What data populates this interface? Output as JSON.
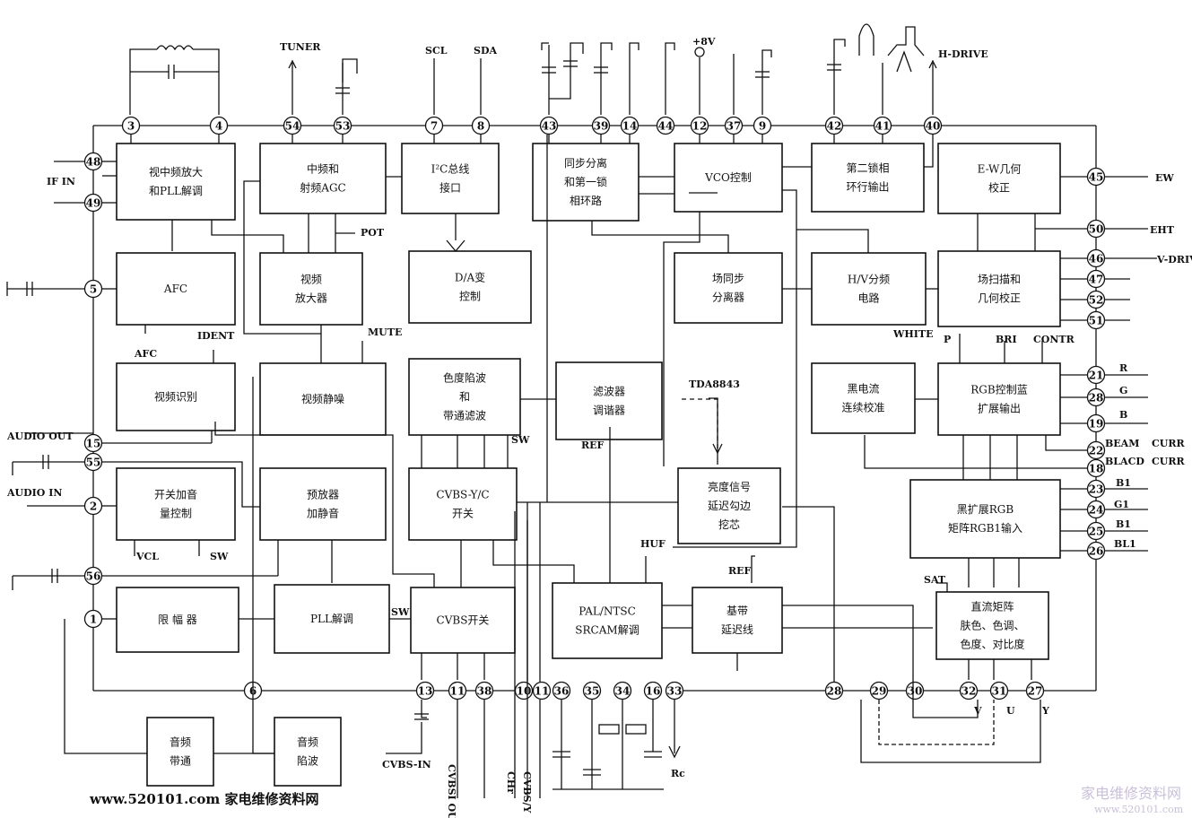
{
  "chip": "TDA8843",
  "blocks": [
    {
      "lines": [
        "视中频放大",
        "和PLL解调"
      ]
    },
    {
      "lines": [
        "中频和",
        "射频AGC"
      ]
    },
    {
      "lines": [
        "I²C总线",
        "接口"
      ]
    },
    {
      "lines": [
        "同步分离",
        "和第一锁",
        "相环路"
      ]
    },
    {
      "lines": [
        "VCO控制"
      ]
    },
    {
      "lines": [
        "第二锁相",
        "环行输出"
      ]
    },
    {
      "lines": [
        "E-W几何",
        "校正"
      ]
    },
    {
      "lines": [
        "AFC"
      ]
    },
    {
      "lines": [
        "视频",
        "放大器"
      ]
    },
    {
      "lines": [
        "D/A变",
        "控制"
      ]
    },
    {
      "lines": [
        "场同步",
        "分离器"
      ]
    },
    {
      "lines": [
        "H/V分频",
        "电路"
      ]
    },
    {
      "lines": [
        "场扫描和",
        "几何校正"
      ]
    },
    {
      "lines": [
        "视频识别"
      ]
    },
    {
      "lines": [
        "视频静噪"
      ]
    },
    {
      "lines": [
        "色度陷波",
        "和",
        "带通滤波"
      ]
    },
    {
      "lines": [
        "滤波器",
        "调谐器"
      ]
    },
    {
      "lines": [
        "黑电流",
        "连续校准"
      ]
    },
    {
      "lines": [
        "RGB控制蓝",
        "扩展输出"
      ]
    },
    {
      "lines": [
        "开关加音",
        "量控制"
      ]
    },
    {
      "lines": [
        "预放器",
        "加静音"
      ]
    },
    {
      "lines": [
        "CVBS-Y/C",
        "开关"
      ]
    },
    {
      "lines": [
        "亮度信号",
        "延迟勾边",
        "挖芯"
      ]
    },
    {
      "lines": [
        "黑扩展RGB",
        "矩阵RGB1输入"
      ]
    },
    {
      "lines": [
        "限 幅 器"
      ]
    },
    {
      "lines": [
        "PLL解调"
      ]
    },
    {
      "lines": [
        "CVBS开关"
      ]
    },
    {
      "lines": [
        "PAL/NTSC",
        "SRCAM解调"
      ]
    },
    {
      "lines": [
        "基带",
        "延迟线"
      ]
    },
    {
      "lines": [
        "直流矩阵",
        "肤色、色调、",
        "色度、对比度"
      ]
    },
    {
      "lines": [
        "音频",
        "带通"
      ]
    },
    {
      "lines": [
        "音频",
        "陷波"
      ]
    }
  ],
  "pins": [
    "3",
    "4",
    "54",
    "53",
    "7",
    "8",
    "43",
    "39",
    "14",
    "44",
    "12",
    "37",
    "9",
    "42",
    "41",
    "40",
    "48",
    "49",
    "5",
    "45",
    "50",
    "46",
    "47",
    "52",
    "51",
    "21",
    "28",
    "19",
    "22",
    "18",
    "23",
    "24",
    "25",
    "26",
    "15",
    "55",
    "2",
    "56",
    "1",
    "6",
    "13",
    "11",
    "38",
    "10",
    "11",
    "36",
    "35",
    "34",
    "16",
    "33",
    "28",
    "29",
    "30",
    "32",
    "31",
    "27"
  ],
  "labels": [
    "TUNER",
    "SCL",
    "SDA",
    "+8V",
    "H-DRIVE",
    "IF IN",
    "EW",
    "EHT",
    "V-DRIV",
    "POT",
    "AFC",
    "IDENT",
    "MUTE",
    "WHITE",
    "P",
    "BRI",
    "CONTR",
    "R",
    "G",
    "B",
    "BEAM",
    "CURR",
    "BLACD",
    "CURR",
    "B1",
    "G1",
    "B1",
    "BL1",
    "SW",
    "REF",
    "HUF",
    "SAT",
    "AUDIO   OUT",
    "AUDIO   IN",
    "VCL",
    "SW",
    "SW",
    "REF",
    "CVBS-IN",
    "CVBSI OUT",
    "CHr",
    "CVBS/Y",
    "Rc",
    "V",
    "U",
    "Y"
  ],
  "watermark_left": "www.520101.com 家电维修资料网",
  "watermark_right_top": "家电维修资料网",
  "watermark_right_bottom": "www.520101.com"
}
